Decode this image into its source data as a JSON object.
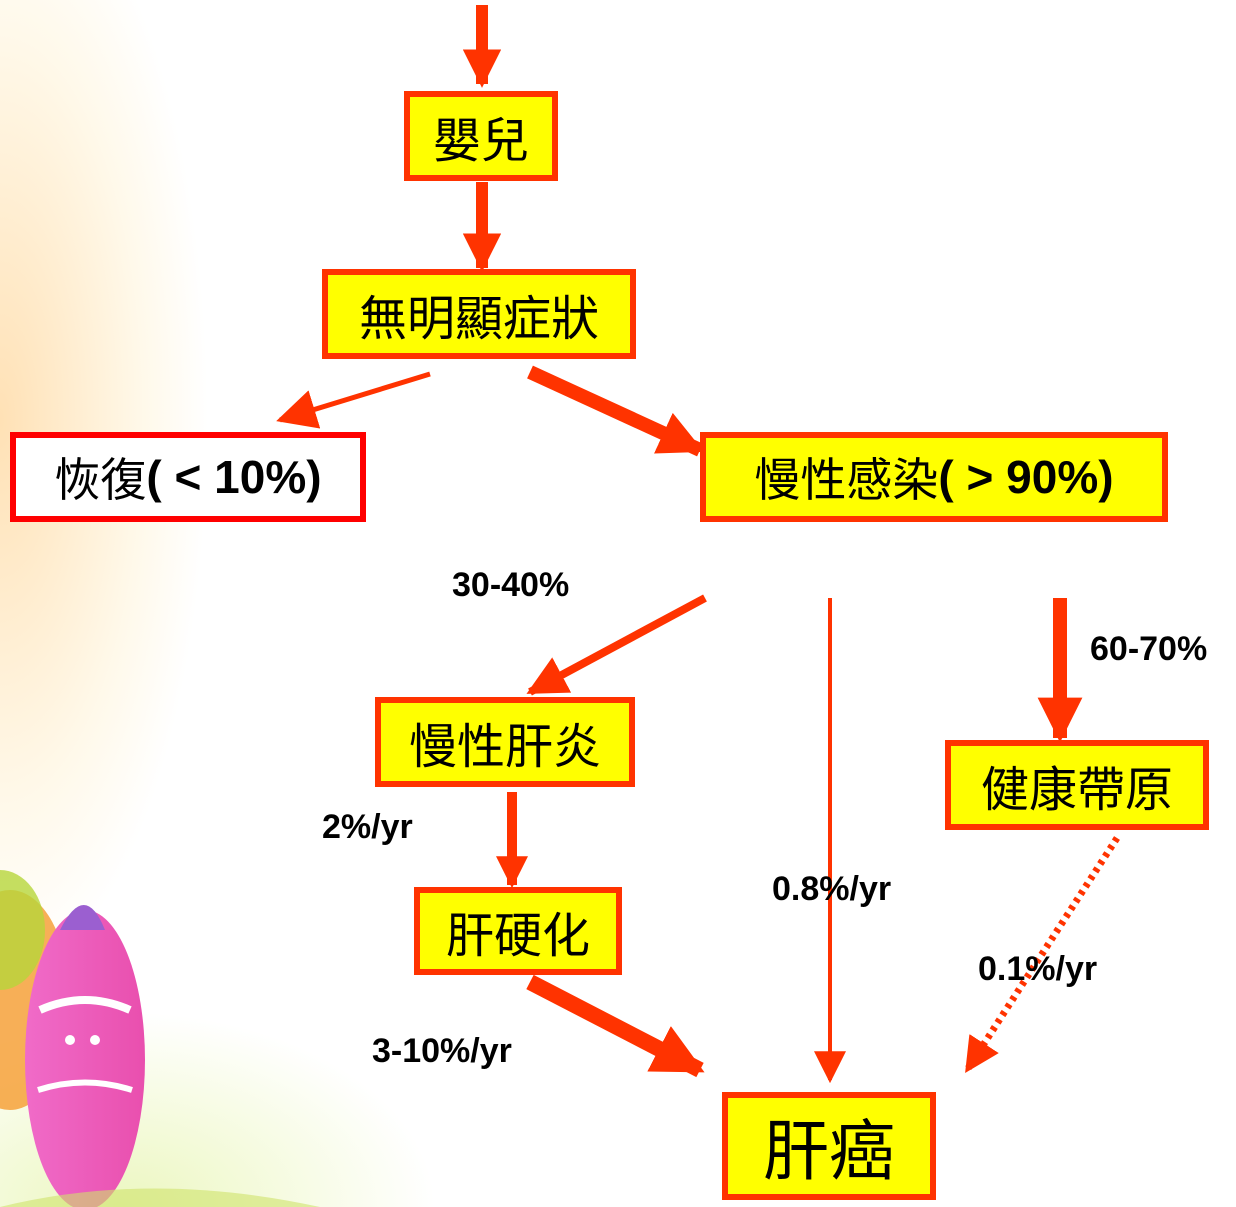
{
  "colors": {
    "box_fill": "#ffff00",
    "box_border": "#ff3300",
    "arrow": "#ff3300",
    "text": "#000000"
  },
  "nodes": {
    "infant": "嬰兒",
    "asymptomatic": "無明顯症狀",
    "recovery": "恢復",
    "recovery_pct": "( < 10%)",
    "chronic_infection": "慢性感染",
    "chronic_infection_pct": "( > 90%)",
    "chronic_hepatitis": "慢性肝炎",
    "healthy_carrier": "健康帶原",
    "cirrhosis": "肝硬化",
    "liver_cancer": "肝癌"
  },
  "edges": {
    "to_hepatitis": "30-40%",
    "to_carrier": "60-70%",
    "hepatitis_to_cirrhosis": "2%/yr",
    "infection_to_cancer": "0.8%/yr",
    "carrier_to_cancer": "0.1%/yr",
    "cirrhosis_to_cancer": "3-10%/yr"
  }
}
